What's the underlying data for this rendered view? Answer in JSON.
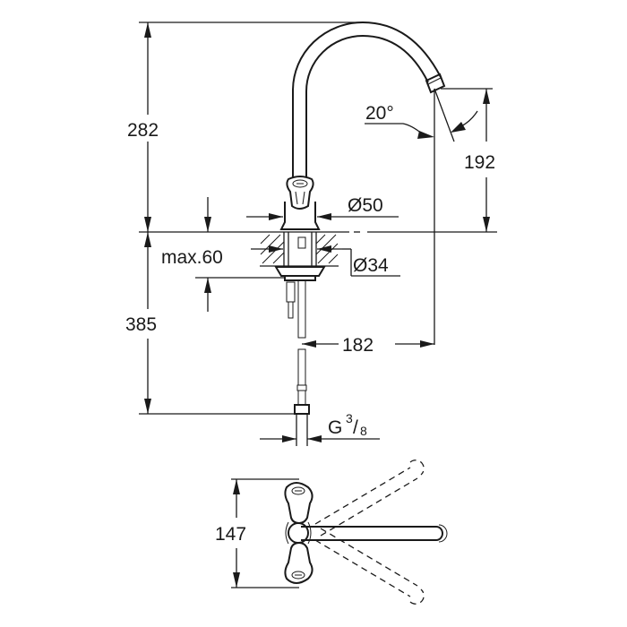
{
  "drawing": {
    "title": "Single-lever basin mixer technical drawing",
    "units": "mm",
    "line_color": "#1a1a1a",
    "background": "#ffffff"
  },
  "dimensions": {
    "height_above_deck": "282",
    "spout_height": "192",
    "spout_angle": "20°",
    "body_diameter": "Ø50",
    "deck_thickness": "max.60",
    "hole_diameter": "Ø34",
    "height_below_deck": "385",
    "spout_reach": "182",
    "connection_main": "G",
    "connection_num": "3",
    "connection_den": "8",
    "handle_width": "147"
  },
  "views": {
    "side_view": "elevation",
    "top_view": "plan with swivel range"
  }
}
